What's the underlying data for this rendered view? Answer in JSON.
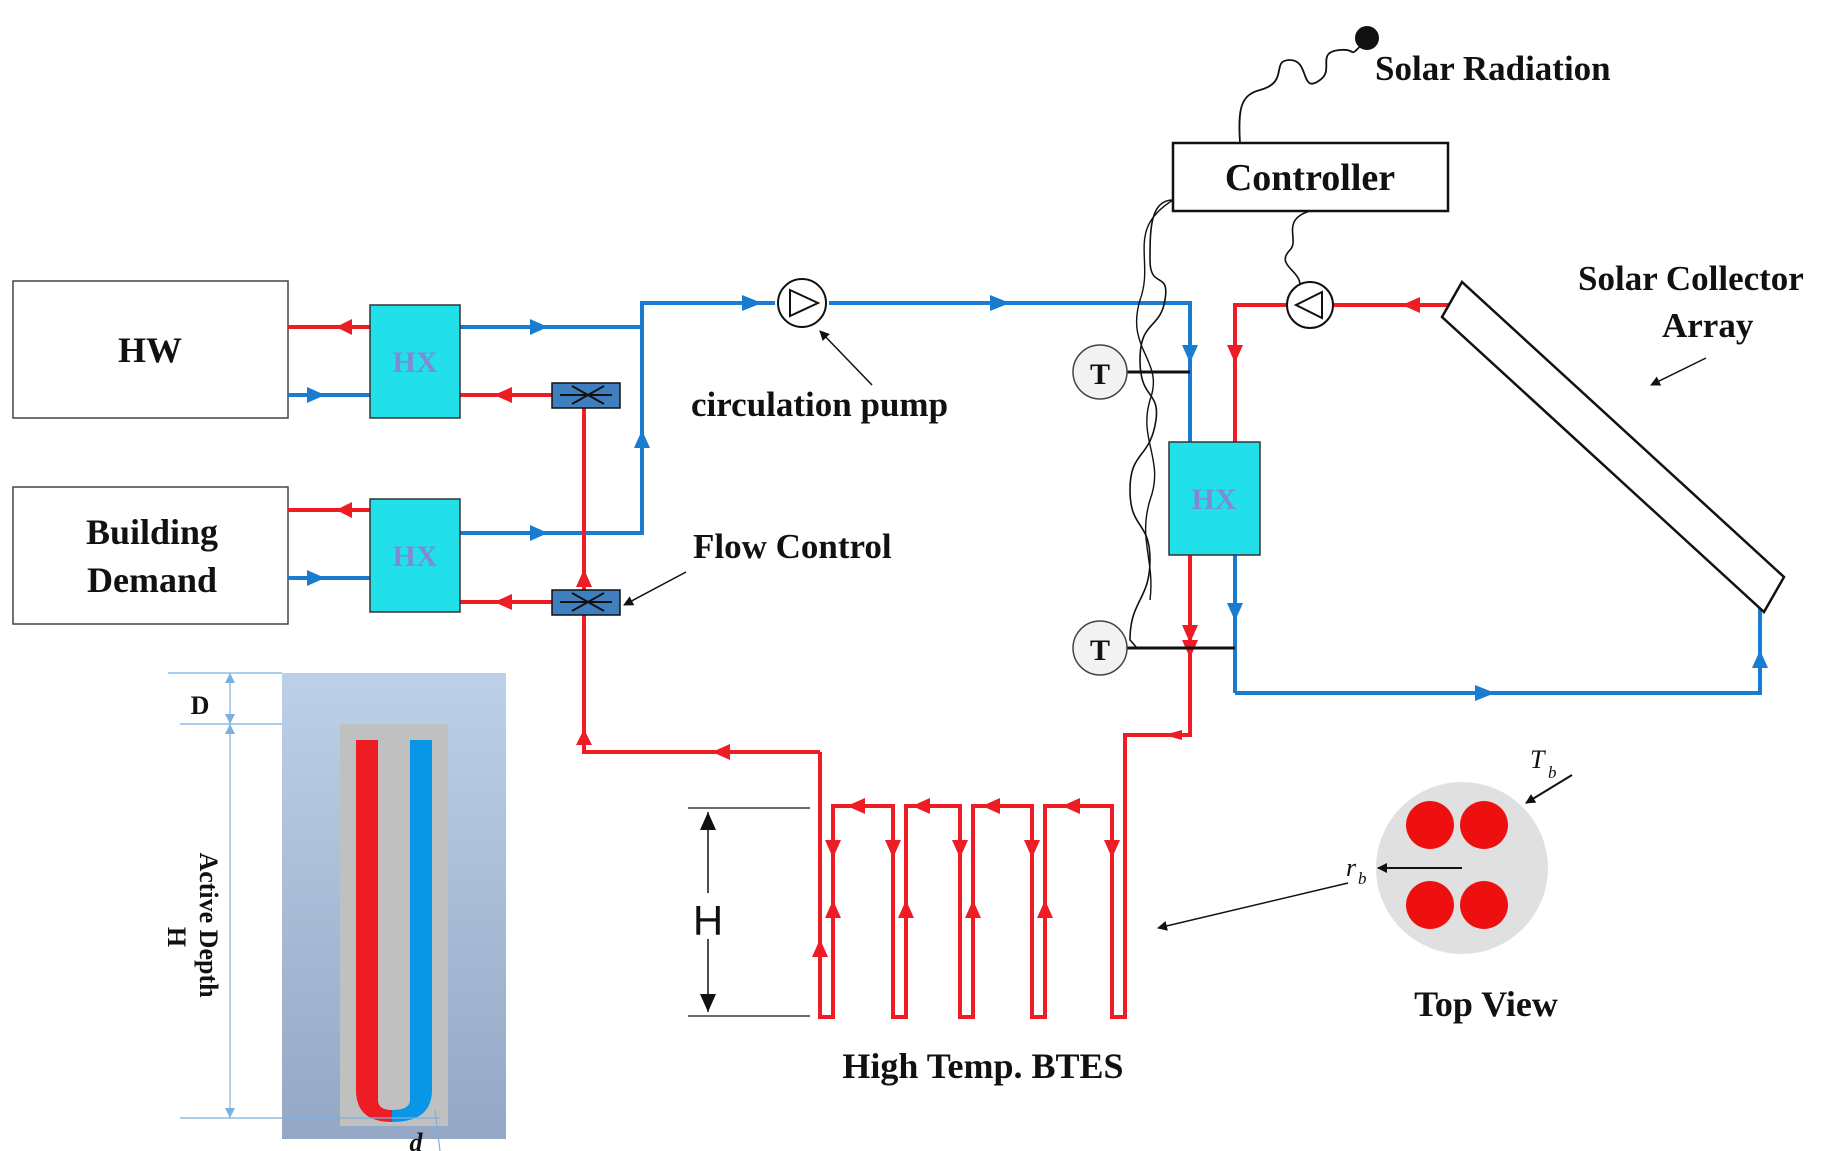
{
  "labels": {
    "hw": "HW",
    "building_demand_line1": "Building",
    "building_demand_line2": "Demand",
    "hx": "HX",
    "circulation_pump": "circulation pump",
    "flow_control": "Flow Control",
    "controller": "Controller",
    "solar_radiation": "Solar Radiation",
    "solar_collector_line1": "Solar Collector",
    "solar_collector_line2": "Array",
    "temperature_sensor": "T",
    "depth_h": "H",
    "btes": "High Temp. BTES",
    "top_view": "Top View",
    "tb": "T",
    "tb_sub": "b",
    "rb": "r",
    "rb_sub": "b",
    "d": "D",
    "active_depth": "Active Depth",
    "active_depth_h": "H",
    "d_lower": "d"
  },
  "colors": {
    "hot": "#ee1c25",
    "cold": "#1a7cd0",
    "hx_fill": "#22e0ea",
    "hx_text": "#7d8bd6",
    "valve": "#3f7fc0",
    "borehole_bg": "#a8bcd6",
    "grout": "#c0c0c0",
    "topview_disc": "#e0e0e0"
  }
}
